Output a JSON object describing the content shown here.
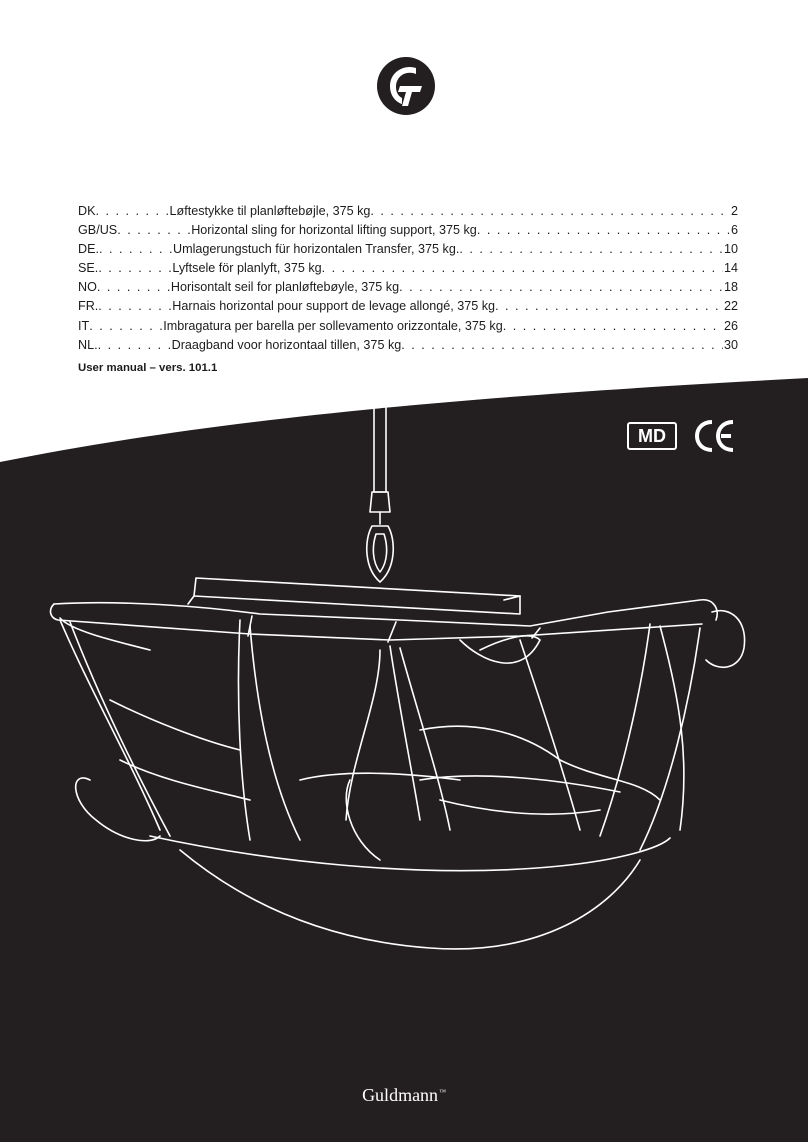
{
  "contents": [
    {
      "lang": "DK",
      "title": "Løftestykke til planløftebøjle, 375 kg",
      "page": "2"
    },
    {
      "lang": "GB/US",
      "title": "Horizontal sling for horizontal lifting support, 375 kg",
      "page": "6"
    },
    {
      "lang": "DE.",
      "title": "Umlagerungstuch für horizontalen Transfer, 375 kg.",
      "page": "10"
    },
    {
      "lang": "SE.",
      "title": "Lyftsele för planlyft, 375 kg",
      "page": "14"
    },
    {
      "lang": "NO",
      "title": "Horisontalt seil for planløftebøyle, 375 kg",
      "page": "18"
    },
    {
      "lang": "FR.",
      "title": "Harnais horizontal pour support de levage allongé, 375 kg",
      "page": "22"
    },
    {
      "lang": "IT",
      "title": "Imbragatura per barella per sollevamento orizzontale, 375 kg",
      "page": "26"
    },
    {
      "lang": "NL.",
      "title": "Draagband voor horizontaal tillen, 375 kg",
      "page": "30"
    }
  ],
  "manual_version": "User manual – vers. 101.1",
  "badges": {
    "md": "MD",
    "ce": "CE"
  },
  "brand": {
    "name": "Guldmann",
    "tm": "™"
  },
  "colors": {
    "background_dark": "#231f20",
    "text": "#1c1c1c",
    "line_art": "#ffffff"
  }
}
